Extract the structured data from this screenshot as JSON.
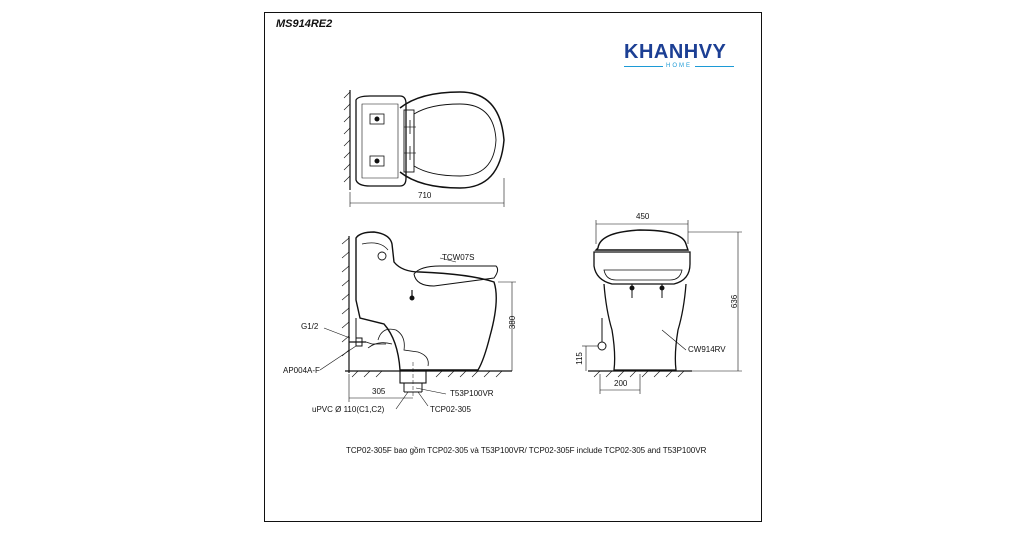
{
  "model": "MS914RE2",
  "brand": {
    "name": "KHANHVY",
    "sub": "HOME",
    "color": "#1c3f94",
    "accent": "#1c9ad6"
  },
  "dimensions": {
    "top_length": "710",
    "top_width": "450",
    "side_height": "380",
    "rough_in": "305",
    "front_height": "636",
    "inlet_height": "115",
    "base_width": "200"
  },
  "labels": {
    "seat": "TCW07S",
    "inlet": "G1/2",
    "valve": "AP004A-F",
    "flange": "T53P100VR",
    "pipe": "uPVC Ø 110(C1,C2)",
    "adapter": "TCP02-305",
    "front_model": "CW914RV"
  },
  "note": "TCP02-305F bao gồm TCP02-305 và T53P100VR/ TCP02-305F include TCP02-305 and T53P100VR"
}
